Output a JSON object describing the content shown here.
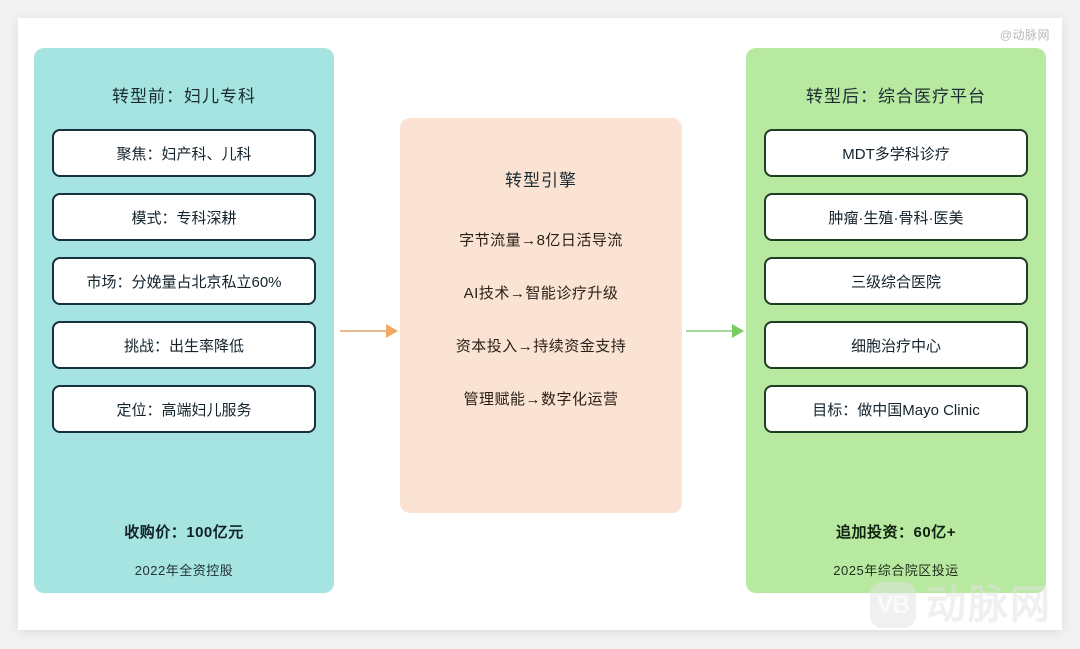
{
  "watermarks": {
    "top_right": "@动脉网",
    "logo_badge": "VB",
    "logo_word": "动脉网"
  },
  "left_panel": {
    "title": "转型前：妇儿专科",
    "accent_color": "#a5e4e0",
    "items": [
      {
        "label": "聚焦：妇产科、儿科"
      },
      {
        "label": "模式：专科深耕"
      },
      {
        "label": "市场：分娩量占北京私立60%"
      },
      {
        "label": "挑战：出生率降低"
      },
      {
        "label": "定位：高端妇儿服务"
      }
    ],
    "footer_main": "收购价：100亿元",
    "footer_sub": "2022年全资控股"
  },
  "center_panel": {
    "title": "转型引擎",
    "accent_color": "#fae3d2",
    "lines": [
      "字节流量→8亿日活导流",
      "AI技术→智能诊疗升级",
      "资本投入→持续资金支持",
      "管理赋能→数字化运营"
    ]
  },
  "right_panel": {
    "title": "转型后：综合医疗平台",
    "accent_color": "#b8e9a0",
    "items": [
      {
        "label": "MDT多学科诊疗"
      },
      {
        "label": "肿瘤·生殖·骨科·医美"
      },
      {
        "label": "三级综合医院"
      },
      {
        "label": "细胞治疗中心"
      },
      {
        "label": "目标：做中国Mayo Clinic"
      }
    ],
    "footer_main": "追加投资：60亿+",
    "footer_sub": "2025年综合院区投运"
  },
  "arrows": {
    "left_color": "#f0a962",
    "right_color": "#79cc62"
  }
}
